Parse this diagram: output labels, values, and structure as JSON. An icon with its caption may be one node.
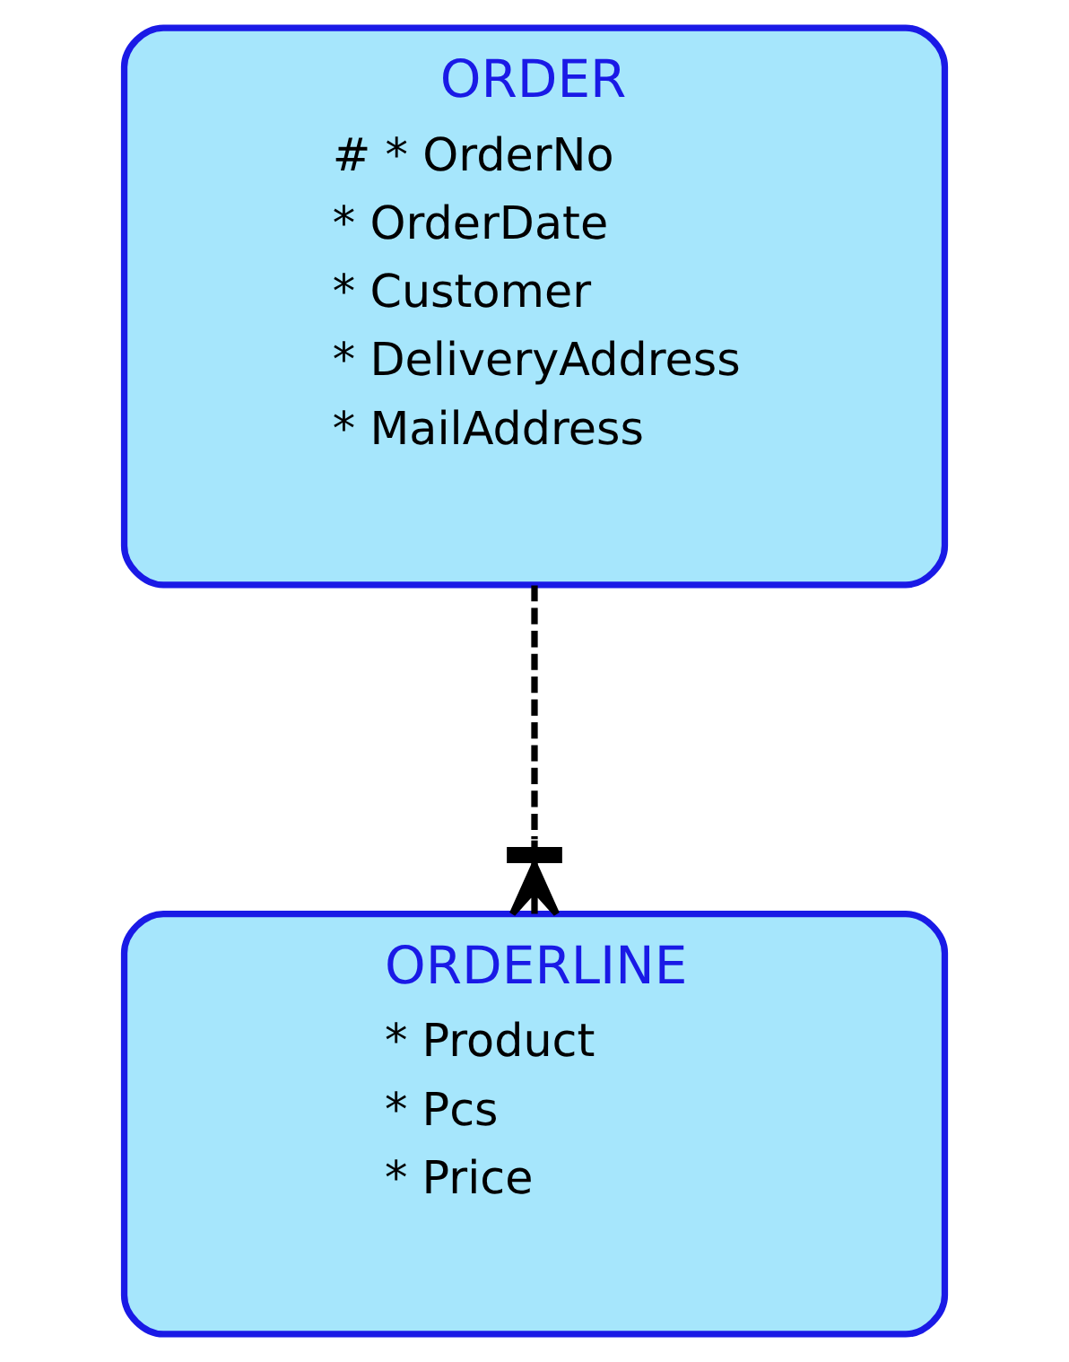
{
  "diagram": {
    "nodes": [
      {
        "text": [
          "ORDER",
          "# * OrderNo",
          "* OrderDate",
          "* Customer",
          "* DeliveryAddress",
          "* MailAddress"
        ]
      },
      {
        "text": [
          "ORDERLINE",
          "* Product",
          "* Pcs",
          "* Price"
        ]
      }
    ],
    "edges": [
      {
        "from": 0,
        "to": 1,
        "arrow": "other",
        "style": "dashed"
      }
    ]
  }
}
